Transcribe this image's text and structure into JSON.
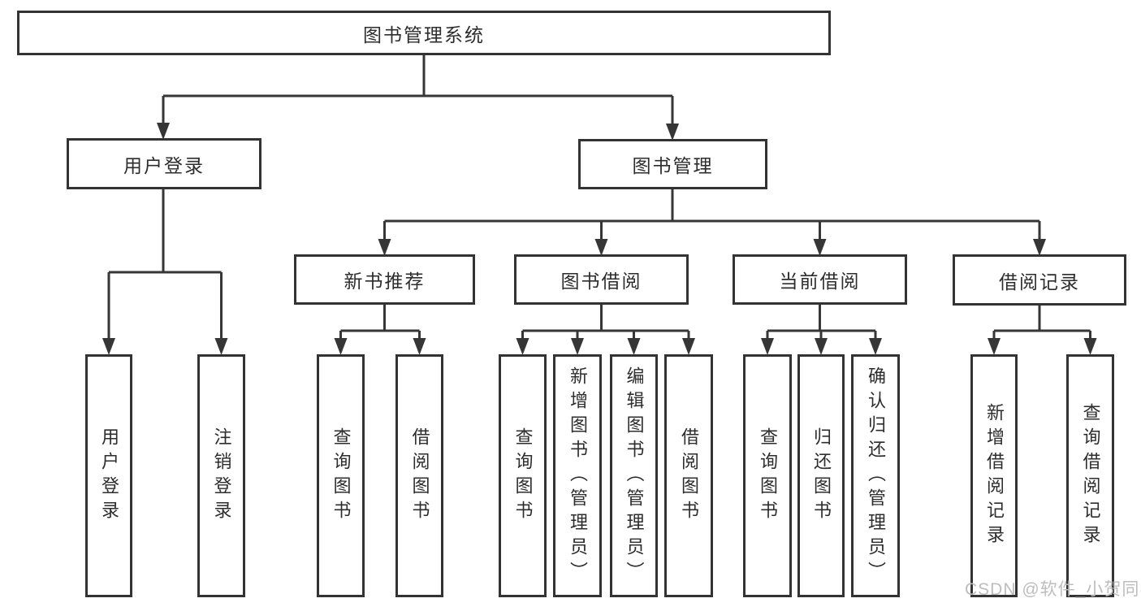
{
  "tree": {
    "root": {
      "label": "图书管理系统",
      "children": [
        {
          "label": "用户登录",
          "children": [
            {
              "label": "用户登录"
            },
            {
              "label": "注销登录"
            }
          ]
        },
        {
          "label": "图书管理",
          "children": [
            {
              "label": "新书推荐",
              "children": [
                {
                  "label": "查询图书"
                },
                {
                  "label": "借阅图书"
                }
              ]
            },
            {
              "label": "图书借阅",
              "children": [
                {
                  "label": "查询图书"
                },
                {
                  "label": "新增图书（管理员）"
                },
                {
                  "label": "编辑图书（管理员）"
                },
                {
                  "label": "借阅图书"
                }
              ]
            },
            {
              "label": "当前借阅",
              "children": [
                {
                  "label": "查询图书"
                },
                {
                  "label": "归还图书"
                },
                {
                  "label": "确认归还（管理员）"
                }
              ]
            },
            {
              "label": "借阅记录",
              "children": [
                {
                  "label": "新增借阅记录"
                },
                {
                  "label": "查询借阅记录"
                }
              ]
            }
          ]
        }
      ]
    }
  },
  "watermark": {
    "text": "CSDN @软件_小贺同学"
  },
  "colors": {
    "line": "#363636",
    "box_border": "#333333",
    "box_fill": "#ffffff",
    "text": "#2d2d2d",
    "watermark": "#bdbdbd",
    "background": "#ffffff"
  }
}
